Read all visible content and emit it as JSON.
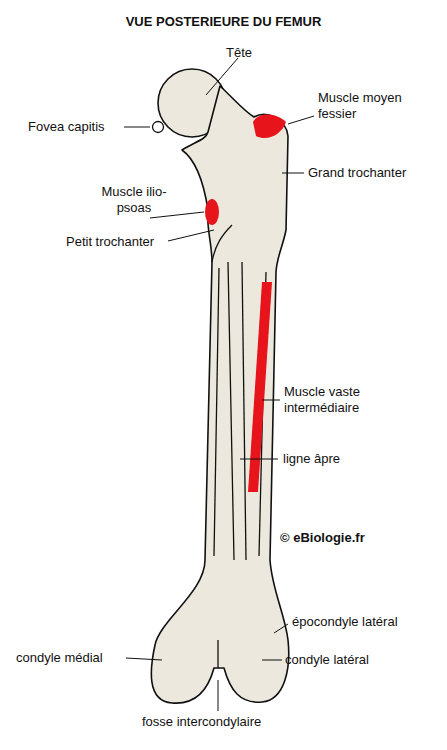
{
  "diagram": {
    "title": "VUE POSTERIEURE DU FEMUR",
    "labels": [
      "Tête",
      "Fovea capitis",
      "Muscle moyen fessier",
      "Grand trochanter",
      "Muscle ilio-psoas",
      "Petit trochanter",
      "Muscle vaste intermédiaire",
      "ligne âpre",
      "© eBiologie.fr",
      "épocondyle latéral",
      "condyle médial",
      "condyle latéral",
      "fosse intercondylaire"
    ]
  }
}
